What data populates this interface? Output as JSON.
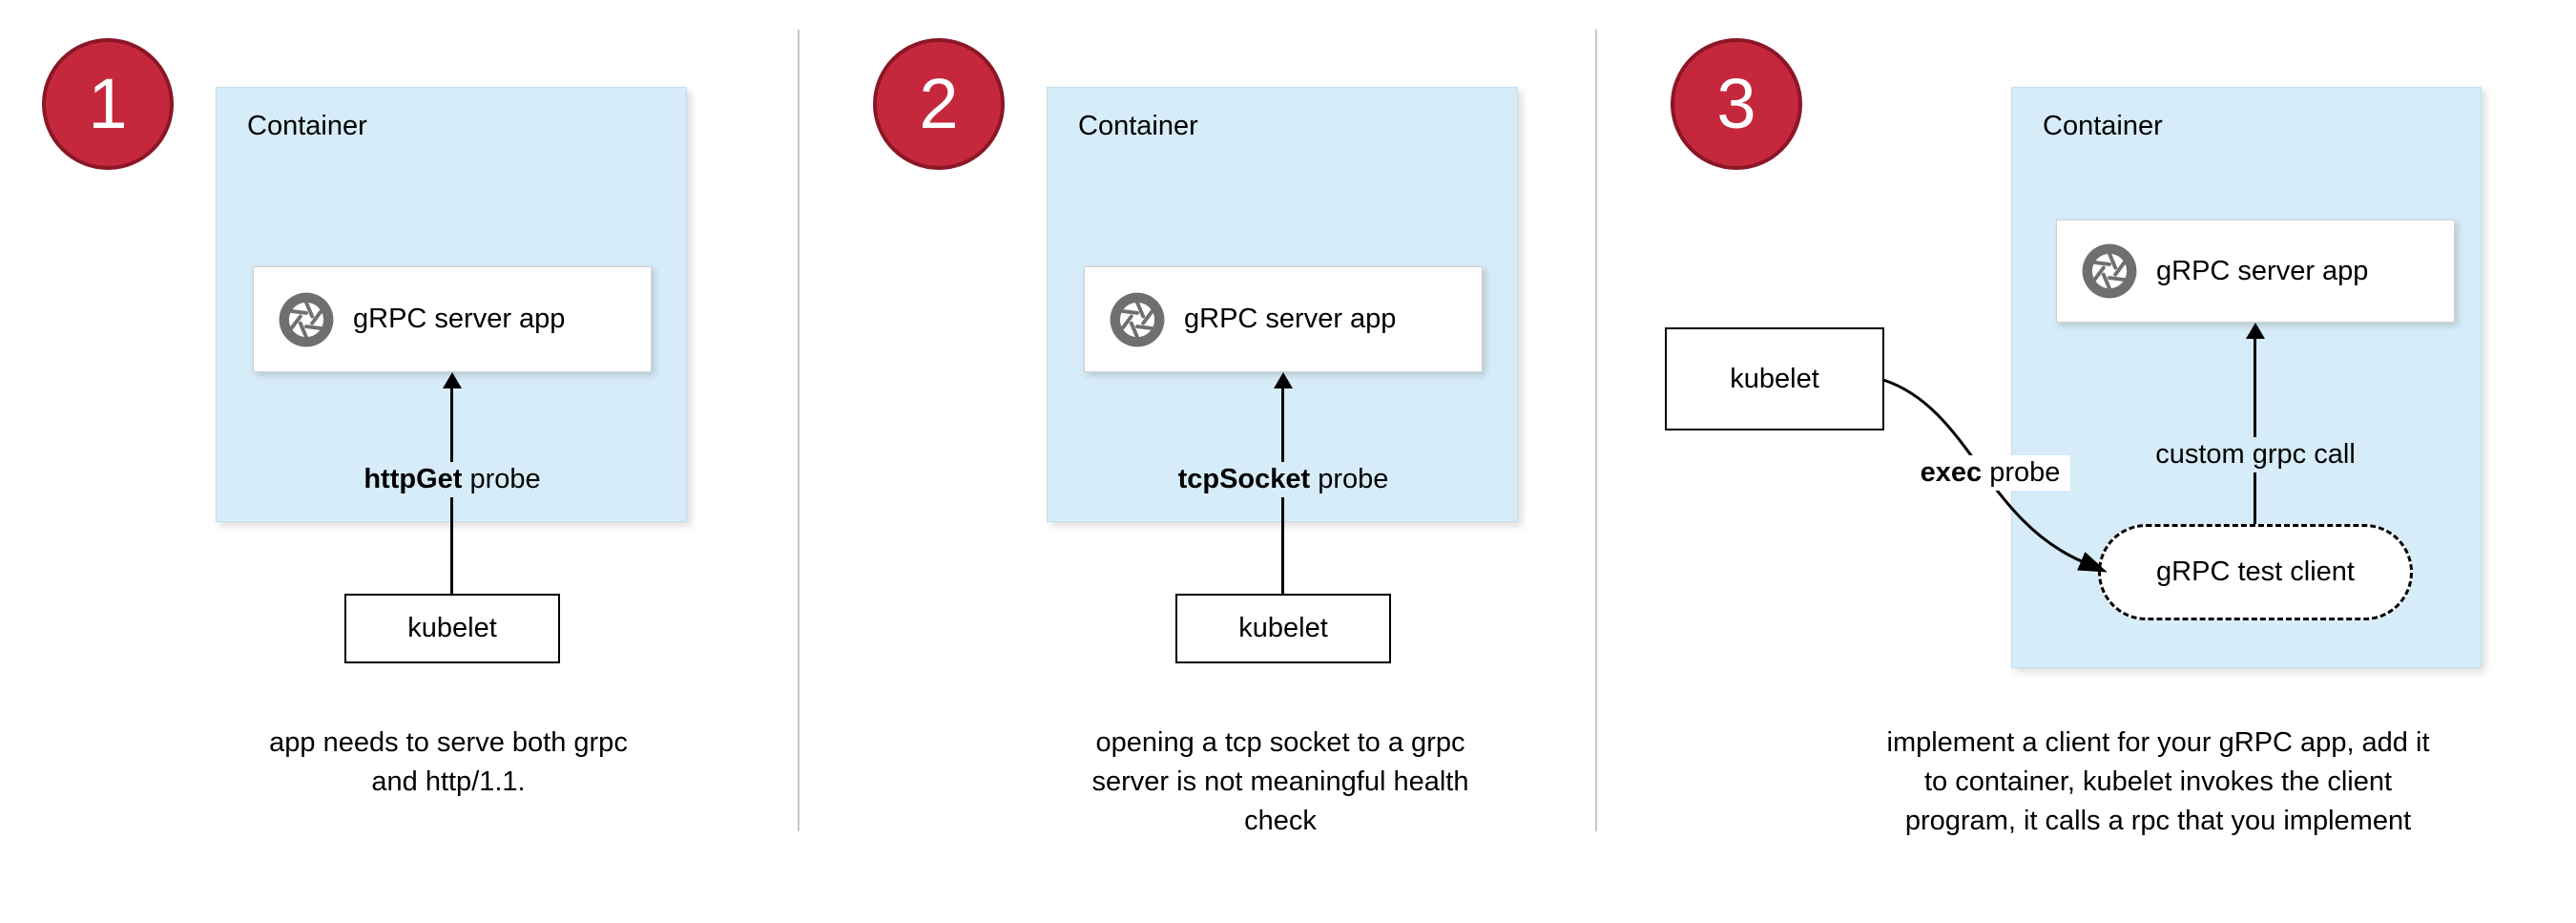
{
  "colors": {
    "badge_fill": "#c5283c",
    "badge_border": "#8c1626",
    "container_fill": "#d6ecf8",
    "divider": "#c9c9c9"
  },
  "panels": [
    {
      "number": "1",
      "container_label": "Container",
      "app_label": "gRPC server app",
      "probe_bold": "httpGet",
      "probe_rest": " probe",
      "kubelet_label": "kubelet",
      "caption": "app needs to serve both grpc\nand http/1.1."
    },
    {
      "number": "2",
      "container_label": "Container",
      "app_label": "gRPC server app",
      "probe_bold": "tcpSocket",
      "probe_rest": " probe",
      "kubelet_label": "kubelet",
      "caption": "opening a tcp socket to a grpc\nserver is not meaningful health\ncheck"
    },
    {
      "number": "3",
      "container_label": "Container",
      "app_label": "gRPC server app",
      "probe_bold": "exec",
      "probe_rest": " probe",
      "kubelet_label": "kubelet",
      "custom_call_label": "custom grpc call",
      "test_client_label": "gRPC test client",
      "caption": "implement a client for your gRPC app, add it\nto container, kubelet invokes the client\nprogram, it calls a rpc that you implement"
    }
  ]
}
